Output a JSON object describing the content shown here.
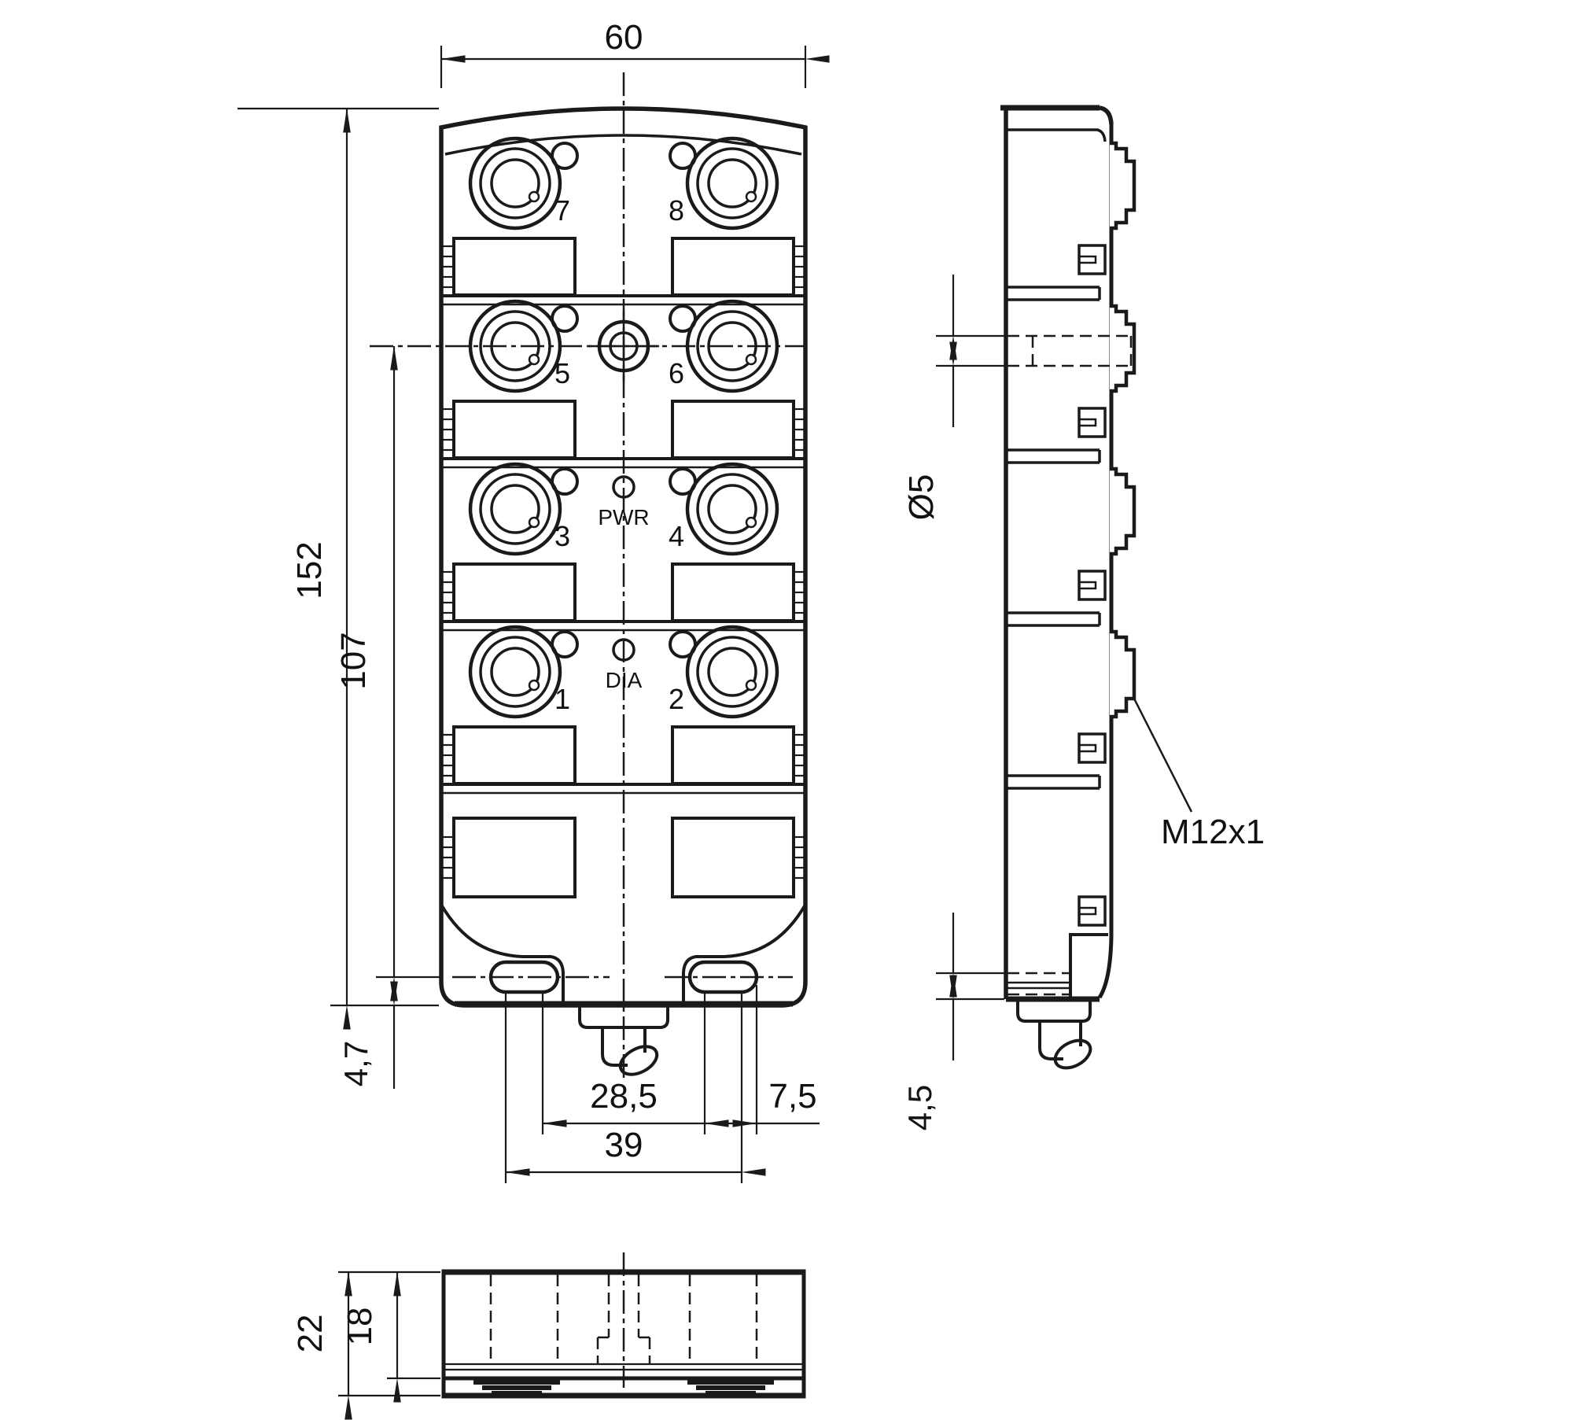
{
  "drawing": {
    "dims": {
      "width": "60",
      "height": "152",
      "ports_center_height": "107",
      "foot_offset": "4,7",
      "slots_inner_spacing": "28,5",
      "slot_length": "7,5",
      "slots_outer_spacing": "39",
      "mounting_hole": "Ø5",
      "connector_thread": "M12x1",
      "side_recess": "4,5",
      "depth_total": "22",
      "depth_body": "18"
    },
    "rows": [
      {
        "left": "7",
        "right": "8"
      },
      {
        "left": "5",
        "right": "6"
      },
      {
        "left": "3",
        "right": "4"
      },
      {
        "left": "1",
        "right": "2"
      }
    ],
    "leds": {
      "power": "PWR",
      "diagnostic": "DIA"
    }
  }
}
